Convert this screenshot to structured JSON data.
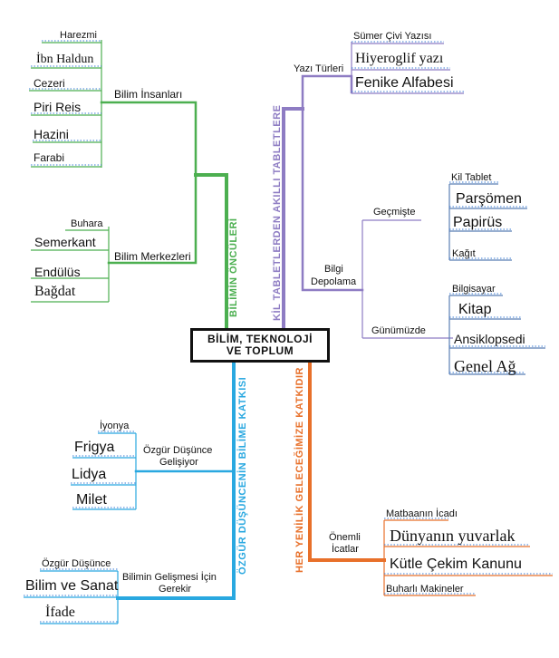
{
  "center": {
    "line1": "BİLİM, TEKNOLOJİ",
    "line2": "VE TOPLUM"
  },
  "branches": {
    "pioneers": {
      "label": "BİLİMİN ÖNCÜLERİ",
      "color": "#4caf50",
      "groups": {
        "scientists": {
          "title": "Bilim İnsanları",
          "items": [
            "Harezmi",
            "İbn Haldun",
            "Cezeri",
            "Piri Reis",
            "Hazini",
            "Farabi"
          ]
        },
        "centers": {
          "title": "Bilim Merkezleri",
          "items": [
            "Buhara",
            "Semerkant",
            "Endülüs",
            "Bağdat"
          ]
        }
      }
    },
    "tablets": {
      "label": "KİL TABLETLERDEN AKILLI TABLETLERE",
      "color": "#8e7cc3",
      "groups": {
        "scripts": {
          "title": "Yazı Türleri",
          "items": [
            "Sümer Çivi Yazısı",
            "Hiyeroglif yazı",
            "Fenike Alfabesi"
          ]
        },
        "storage": {
          "title_line1": "Bilgi",
          "title_line2": "Depolama",
          "past": {
            "title": "Geçmişte",
            "items": [
              "Kil Tablet",
              "Parşömen",
              "Papirüs",
              "Kağıt"
            ]
          },
          "present": {
            "title": "Günümüzde",
            "items": [
              "Bilgisayar",
              "Kitap",
              "Ansiklopsedi",
              "Genel Ağ"
            ]
          }
        }
      }
    },
    "free_thought": {
      "label": "ÖZGÜR DÜŞÜNCENİN BİLİME KATKISI",
      "color": "#29a8e0",
      "groups": {
        "development": {
          "title_line1": "Özgür Düşünce",
          "title_line2": "Gelişiyor",
          "items": [
            "İyonya",
            "Frigya",
            "Lidya",
            "Milet"
          ]
        },
        "needs": {
          "title_line1": "Bilimin Gelişmesi İçin",
          "title_line2": "Gerekir",
          "items": [
            "Özgür Düşünce",
            "Bilim ve Sanat",
            "İfade"
          ]
        }
      }
    },
    "innovation": {
      "label": "HER YENİLİK GELECEĞİMİZE KATKIDIR",
      "color": "#e8702a",
      "groups": {
        "inventions": {
          "title_line1": "Önemli",
          "title_line2": "İcatlar",
          "items": [
            "Matbaanın İcadı",
            "Dünyanın yuvarlak",
            "Kütle Çekim Kanunu",
            "Buharlı Makineler"
          ]
        }
      }
    }
  }
}
